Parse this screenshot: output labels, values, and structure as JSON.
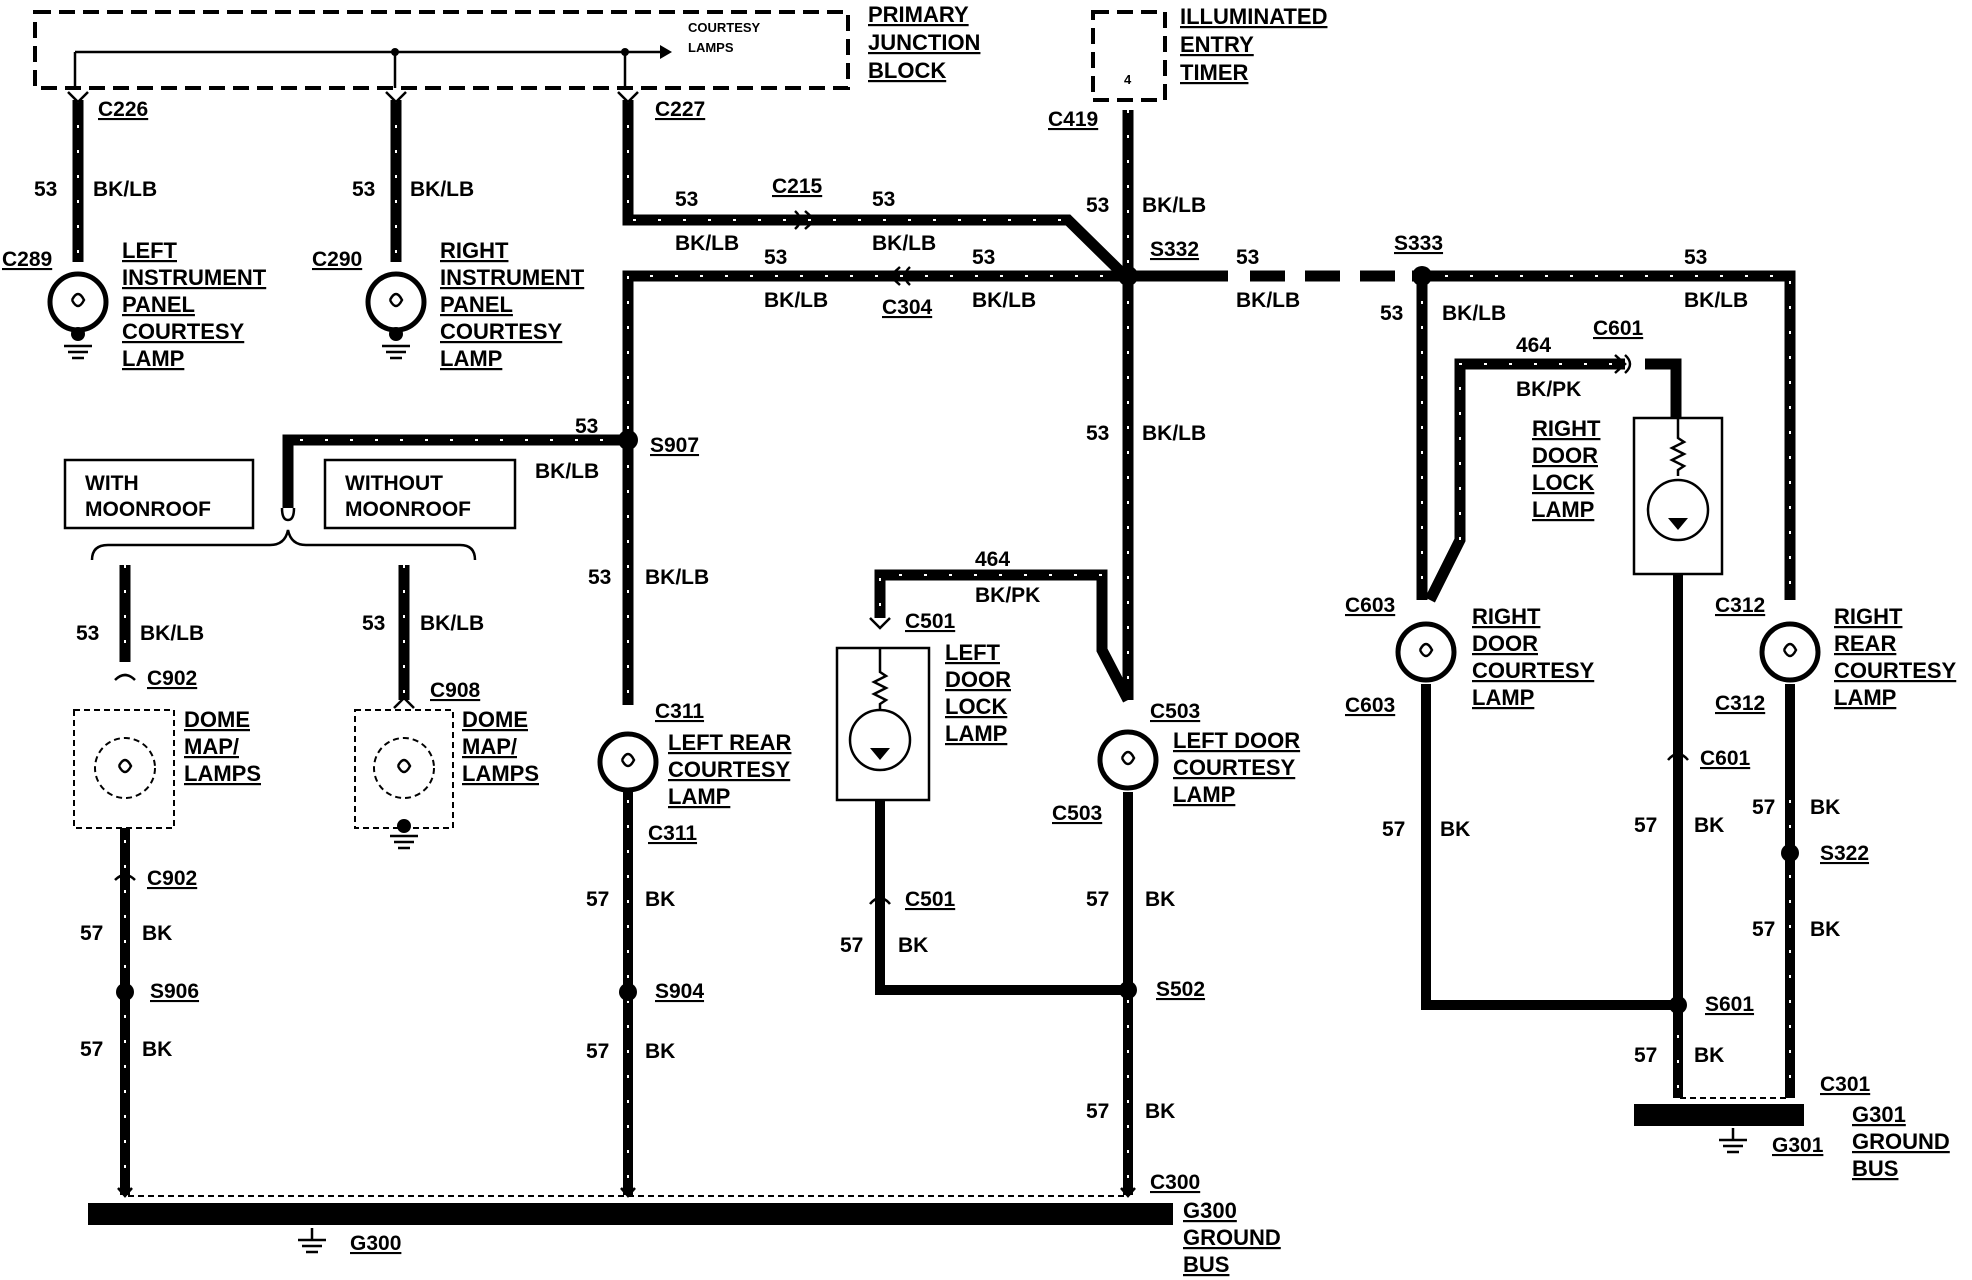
{
  "blocks": {
    "primary_junction_block": {
      "title_lines": [
        "PRIMARY",
        "JUNCTION",
        "BLOCK"
      ],
      "inner_label_lines": [
        "COURTESY",
        "LAMPS"
      ]
    },
    "illuminated_entry_timer": {
      "title_lines": [
        "ILLUMINATED",
        "ENTRY",
        "TIMER"
      ],
      "pin": "4"
    }
  },
  "connectors": {
    "c226": "C226",
    "c227": "C227",
    "c419": "C419",
    "c215": "C215",
    "c304": "C304",
    "c289": "C289",
    "c290": "C290",
    "c902a": "C902",
    "c902b": "C902",
    "c908": "C908",
    "c311a": "C311",
    "c311b": "C311",
    "c501a": "C501",
    "c501b": "C501",
    "c503a": "C503",
    "c503b": "C503",
    "c601a": "C601",
    "c601b": "C601",
    "c603a": "C603",
    "c603b": "C603",
    "c312a": "C312",
    "c312b": "C312",
    "c300": "C300",
    "c301": "C301"
  },
  "splices": {
    "s332": "S332",
    "s333": "S333",
    "s907": "S907",
    "s906": "S906",
    "s904": "S904",
    "s502": "S502",
    "s601": "S601",
    "s322": "S322"
  },
  "wires": {
    "circuit_53": "53",
    "color_bklb": "BK/LB",
    "circuit_57": "57",
    "color_bk": "BK",
    "circuit_464": "464",
    "color_bkpk": "BK/PK"
  },
  "options": {
    "with_moonroof": [
      "WITH",
      "MOONROOF"
    ],
    "without_moonroof": [
      "WITHOUT",
      "MOONROOF"
    ]
  },
  "components": {
    "left_ip_lamp": [
      "LEFT",
      "INSTRUMENT",
      "PANEL",
      "COURTESY",
      "LAMP"
    ],
    "right_ip_lamp": [
      "RIGHT",
      "INSTRUMENT",
      "PANEL",
      "COURTESY",
      "LAMP"
    ],
    "dome_map_1": [
      "DOME",
      "MAP/",
      "LAMPS"
    ],
    "dome_map_2": [
      "DOME",
      "MAP/",
      "LAMPS"
    ],
    "left_rear_courtesy": [
      "LEFT REAR",
      "COURTESY",
      "LAMP"
    ],
    "left_door_lock_lamp": [
      "LEFT",
      "DOOR",
      "LOCK",
      "LAMP"
    ],
    "left_door_courtesy": [
      "LEFT DOOR",
      "COURTESY",
      "LAMP"
    ],
    "right_door_lock_lamp": [
      "RIGHT",
      "DOOR",
      "LOCK",
      "LAMP"
    ],
    "right_door_courtesy": [
      "RIGHT",
      "DOOR",
      "COURTESY",
      "LAMP"
    ],
    "right_rear_courtesy": [
      "RIGHT",
      "REAR",
      "COURTESY",
      "LAMP"
    ]
  },
  "grounds": {
    "g300": {
      "id": "G300",
      "title_lines": [
        "G300",
        "GROUND",
        "BUS"
      ]
    },
    "g301": {
      "id": "G301",
      "title_lines": [
        "G301",
        "GROUND",
        "BUS"
      ]
    }
  }
}
